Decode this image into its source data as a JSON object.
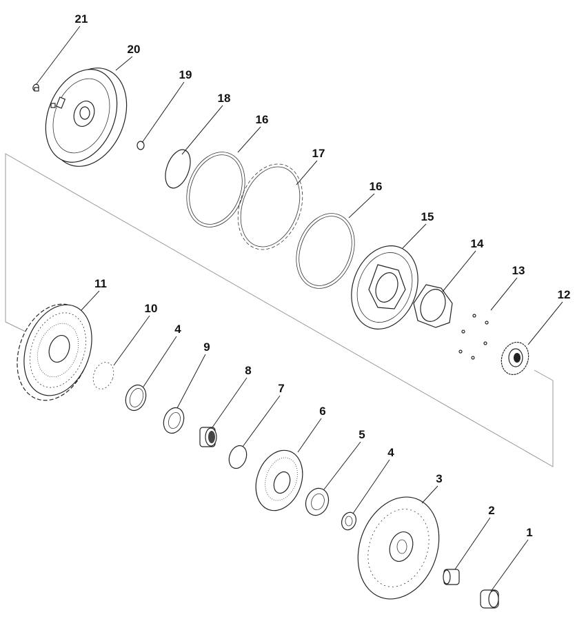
{
  "diagram": {
    "type": "exploded-parts-view",
    "callouts": [
      {
        "id": "c21",
        "label": "21"
      },
      {
        "id": "c20",
        "label": "20"
      },
      {
        "id": "c19",
        "label": "19"
      },
      {
        "id": "c18",
        "label": "18"
      },
      {
        "id": "c16a",
        "label": "16"
      },
      {
        "id": "c17",
        "label": "17"
      },
      {
        "id": "c16b",
        "label": "16"
      },
      {
        "id": "c15",
        "label": "15"
      },
      {
        "id": "c14",
        "label": "14"
      },
      {
        "id": "c13",
        "label": "13"
      },
      {
        "id": "c12",
        "label": "12"
      },
      {
        "id": "c11",
        "label": "11"
      },
      {
        "id": "c10",
        "label": "10"
      },
      {
        "id": "c4a",
        "label": "4"
      },
      {
        "id": "c9",
        "label": "9"
      },
      {
        "id": "c8",
        "label": "8"
      },
      {
        "id": "c7",
        "label": "7"
      },
      {
        "id": "c6",
        "label": "6"
      },
      {
        "id": "c5",
        "label": "5"
      },
      {
        "id": "c4b",
        "label": "4"
      },
      {
        "id": "c3",
        "label": "3"
      },
      {
        "id": "c2",
        "label": "2"
      },
      {
        "id": "c1",
        "label": "1"
      }
    ]
  }
}
